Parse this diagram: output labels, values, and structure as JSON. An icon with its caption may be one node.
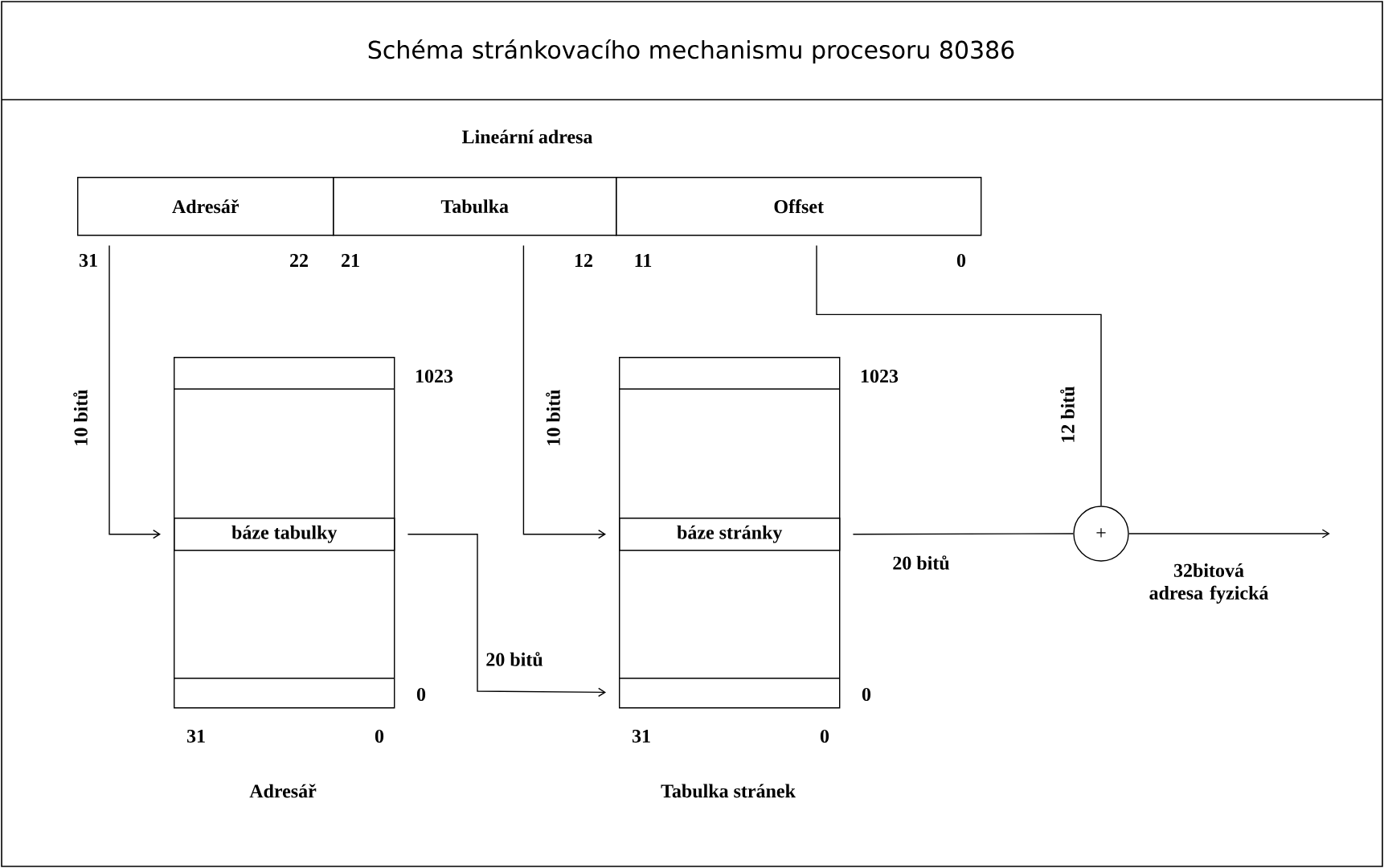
{
  "diagram": {
    "title": "Schéma stránkovacího mechanismu procesoru 80386",
    "nodes": [
      {
        "text": [
          "Adresář"
        ]
      },
      {
        "text": [
          "Tabulka"
        ]
      },
      {
        "text": [
          "Offset"
        ]
      },
      {
        "text": [
          "Adresář"
        ]
      },
      {
        "text": [
          "báze tabulky"
        ],
        "in": 3
      },
      {
        "text": [
          "Tabulka stránek"
        ]
      },
      {
        "text": [
          "báze stránky"
        ],
        "in": 5
      },
      {
        "text": [
          "+"
        ]
      }
    ],
    "edges": [
      {
        "from": 0,
        "to": 4,
        "arrow": "to",
        "label": "10 bitů"
      },
      {
        "from": 1,
        "to": 6,
        "arrow": "to",
        "label": "10 bitů"
      },
      {
        "from": 2,
        "to": 7,
        "arrow": "none",
        "label": "12 bitů"
      },
      {
        "from": 4,
        "to": 5,
        "arrow": "to",
        "label": "20 bitů"
      },
      {
        "from": 6,
        "to": 7,
        "arrow": "none",
        "label": "20 bitů"
      },
      {
        "from": 7,
        "to": null,
        "arrow": "to",
        "label": "32bitová adresa fyzická"
      }
    ],
    "labels": [
      "Lineární adresa",
      "31",
      "22",
      "21",
      "12",
      "11",
      "0",
      "1023",
      "1023",
      "0",
      "0",
      "31",
      "0",
      "31",
      "0"
    ]
  }
}
